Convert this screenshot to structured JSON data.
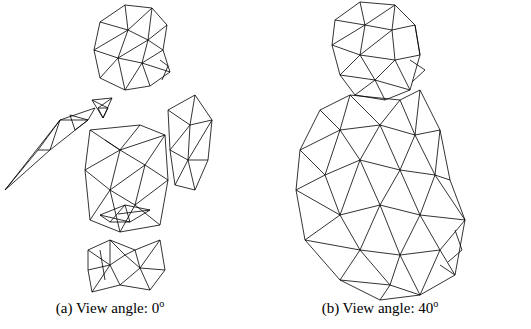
{
  "diagram": {
    "labels": [
      "(a) View angle: 0",
      "o",
      "(b) View angle: 40",
      "o"
    ]
  }
}
